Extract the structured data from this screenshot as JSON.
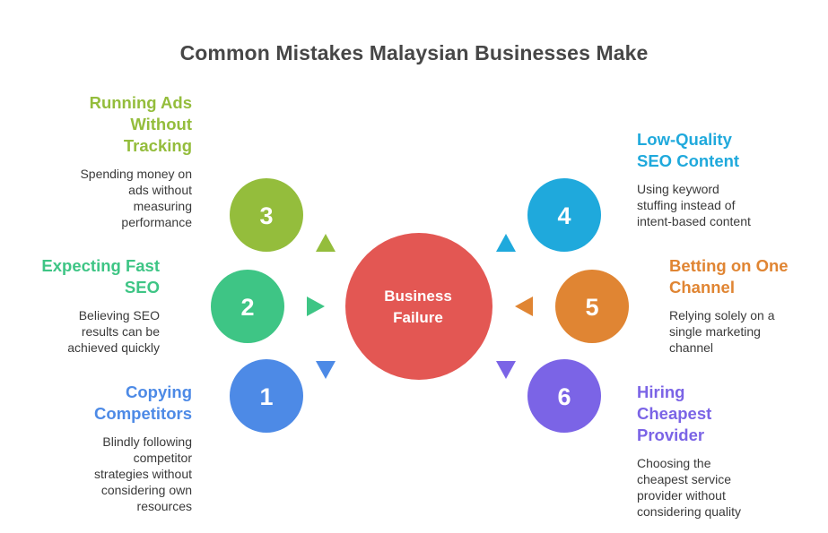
{
  "title": "Common Mistakes Malaysian Businesses Make",
  "center": {
    "label_line1": "Business",
    "label_line2": "Failure",
    "color": "#e35753"
  },
  "items": [
    {
      "number": "1",
      "heading_lines": [
        "Copying",
        "Competitors"
      ],
      "description_lines": [
        "Blindly following",
        "competitor",
        "strategies without",
        "considering own",
        "resources"
      ],
      "color": "#4d8ae6",
      "side": "left",
      "arrow": "down"
    },
    {
      "number": "2",
      "heading_lines": [
        "Expecting Fast",
        "SEO"
      ],
      "description_lines": [
        "Believing SEO",
        "results can be",
        "achieved quickly"
      ],
      "color": "#3ec585",
      "side": "left",
      "arrow": "right"
    },
    {
      "number": "3",
      "heading_lines": [
        "Running Ads",
        "Without",
        "Tracking"
      ],
      "description_lines": [
        "Spending money on",
        "ads without",
        "measuring",
        "performance"
      ],
      "color": "#94bd3c",
      "side": "left",
      "arrow": "up"
    },
    {
      "number": "4",
      "heading_lines": [
        "Low-Quality",
        "SEO Content"
      ],
      "description_lines": [
        "Using keyword",
        "stuffing instead of",
        "intent-based content"
      ],
      "color": "#1fa9dc",
      "side": "right",
      "arrow": "up"
    },
    {
      "number": "5",
      "heading_lines": [
        "Betting on One",
        "Channel"
      ],
      "description_lines": [
        "Relying solely on a",
        "single marketing",
        "channel"
      ],
      "color": "#e08533",
      "side": "right",
      "arrow": "left"
    },
    {
      "number": "6",
      "heading_lines": [
        "Hiring",
        "Cheapest",
        "Provider"
      ],
      "description_lines": [
        "Choosing the",
        "cheapest service",
        "provider without",
        "considering quality"
      ],
      "color": "#7b64e6",
      "side": "right",
      "arrow": "down"
    }
  ]
}
